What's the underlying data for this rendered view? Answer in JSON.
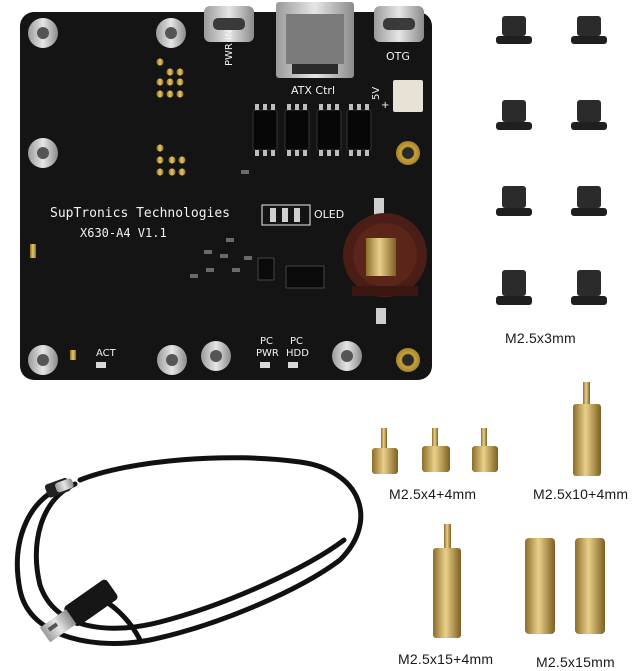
{
  "board": {
    "brand": "SupTronics Technologies",
    "model": "X630-A4  V1.1",
    "pwr_in": "PWR IN",
    "atx_ctrl": "ATX Ctrl",
    "otg": "OTG",
    "five_v": "5V",
    "plus": "+",
    "oled": "OLED",
    "act": "ACT",
    "pc_pwr": [
      "PC",
      "PWR"
    ],
    "pc_hdd": [
      "PC",
      "HDD"
    ]
  },
  "accessories": {
    "screw_label": "M2.5x3mm",
    "standoff_short_label": "M2.5x4+4mm",
    "standoff_10_label": "M2.5x10+4mm",
    "standoff_15_4_label": "M2.5x15+4mm",
    "spacer_15_label": "M2.5x15mm"
  }
}
